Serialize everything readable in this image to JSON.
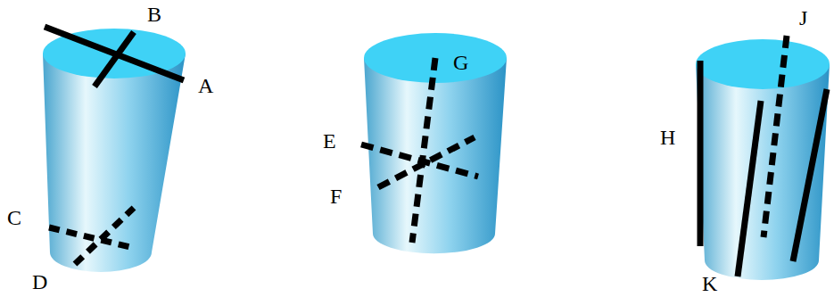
{
  "diagram": {
    "labels": [
      "B",
      "A",
      "C",
      "D",
      "G",
      "E",
      "F",
      "J",
      "H",
      "K"
    ]
  }
}
